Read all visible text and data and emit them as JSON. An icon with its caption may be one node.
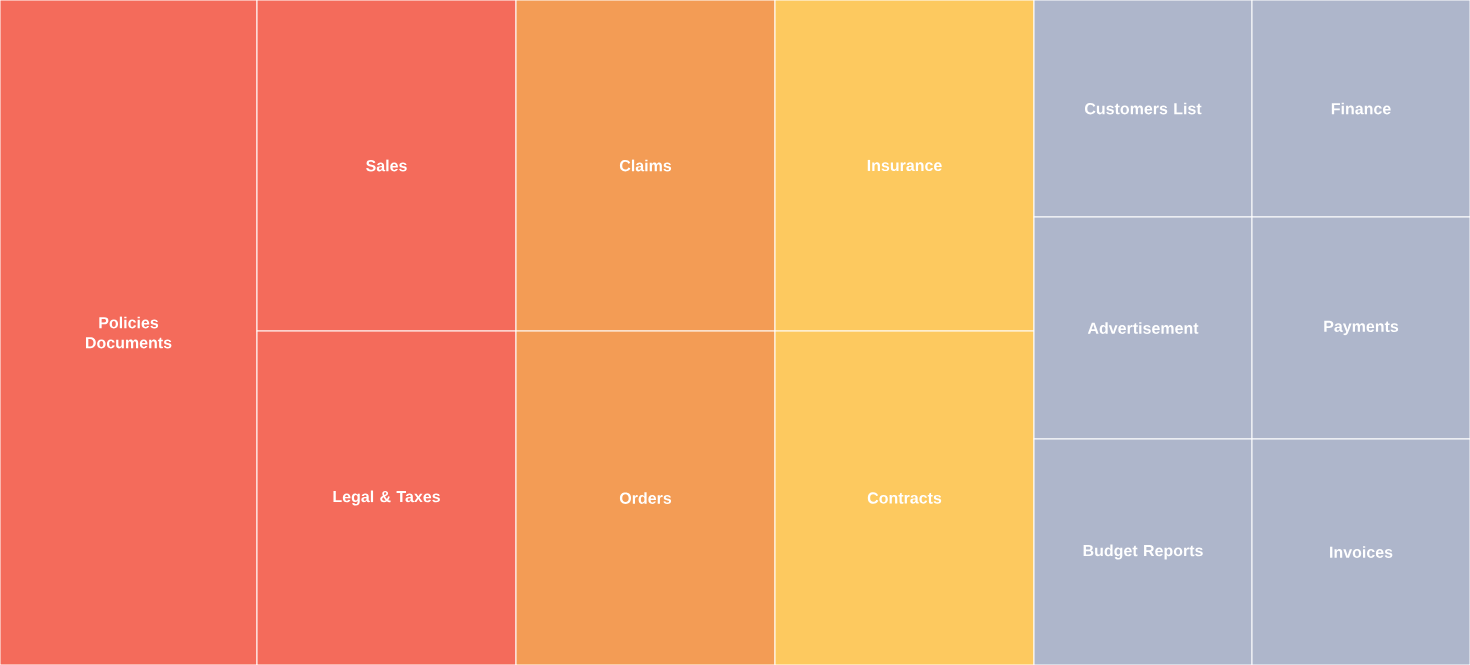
{
  "diagram": {
    "nodes": [
      {
        "text": [
          "Policies Documents"
        ]
      },
      {
        "text": [
          "Sales"
        ]
      },
      {
        "text": [
          "Legal & Taxes"
        ]
      },
      {
        "text": [
          "Claims"
        ]
      },
      {
        "text": [
          "Orders"
        ]
      },
      {
        "text": [
          "Insurance"
        ]
      },
      {
        "text": [
          "Contracts"
        ]
      },
      {
        "text": [
          "Customers List"
        ]
      },
      {
        "text": [
          "Finance"
        ]
      },
      {
        "text": [
          "Advertisement"
        ]
      },
      {
        "text": [
          "Payments"
        ]
      },
      {
        "text": [
          "Budget Reports"
        ]
      },
      {
        "text": [
          "Invoices"
        ]
      }
    ]
  }
}
